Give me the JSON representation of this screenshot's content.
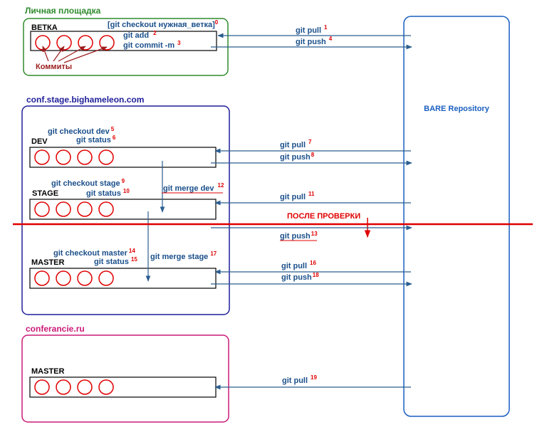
{
  "colors": {
    "green": "#2e8b2e",
    "navy": "#1f1f9a",
    "pink": "#cc1a77",
    "blue": "#1a5fc0",
    "arrow": "#2b5e91",
    "red": "#e00000",
    "darkred": "#9b1c1c",
    "cmd": "#1a4f8a"
  },
  "local": {
    "title": "Личная площадка",
    "branch": "ВЕТКА",
    "checkout": "[git checkout нужная_ветка]",
    "checkout_n": "0",
    "add": "git add",
    "add_n": "2",
    "commit": "git commit -m",
    "commit_n": "3",
    "commits_label": "Коммиты"
  },
  "stage_server": {
    "title": "conf.stage.bighameleon.com",
    "dev": {
      "label": "DEV",
      "checkout": "git checkout dev",
      "checkout_n": "5",
      "status": "git status",
      "status_n": "6"
    },
    "stage": {
      "label": "STAGE",
      "checkout": "git checkout stage",
      "checkout_n": "9",
      "status": "git status",
      "status_n": "10"
    },
    "master": {
      "label": "MASTER",
      "checkout": "git checkout master",
      "checkout_n": "14",
      "status": "git status",
      "status_n": "15"
    },
    "merge_dev": "git merge dev",
    "merge_dev_n": "12",
    "merge_stage": "git merge stage",
    "merge_stage_n": "17"
  },
  "prod_server": {
    "title": "conferancie.ru",
    "master_label": "MASTER"
  },
  "bare": {
    "title": "BARE Repository"
  },
  "transfers": {
    "t1": {
      "cmd": "git pull",
      "n": "1"
    },
    "t4": {
      "cmd": "git push",
      "n": "4"
    },
    "t7": {
      "cmd": "git pull",
      "n": "7"
    },
    "t8": {
      "cmd": "git push",
      "n": "8"
    },
    "t11": {
      "cmd": "git pull",
      "n": "11"
    },
    "t13": {
      "cmd": "git push",
      "n": "13"
    },
    "t16": {
      "cmd": "git pull",
      "n": "16"
    },
    "t18": {
      "cmd": "git push",
      "n": "18"
    },
    "t19": {
      "cmd": "git pull",
      "n": "19"
    }
  },
  "check_label": "ПОСЛЕ ПРОВЕРКИ"
}
